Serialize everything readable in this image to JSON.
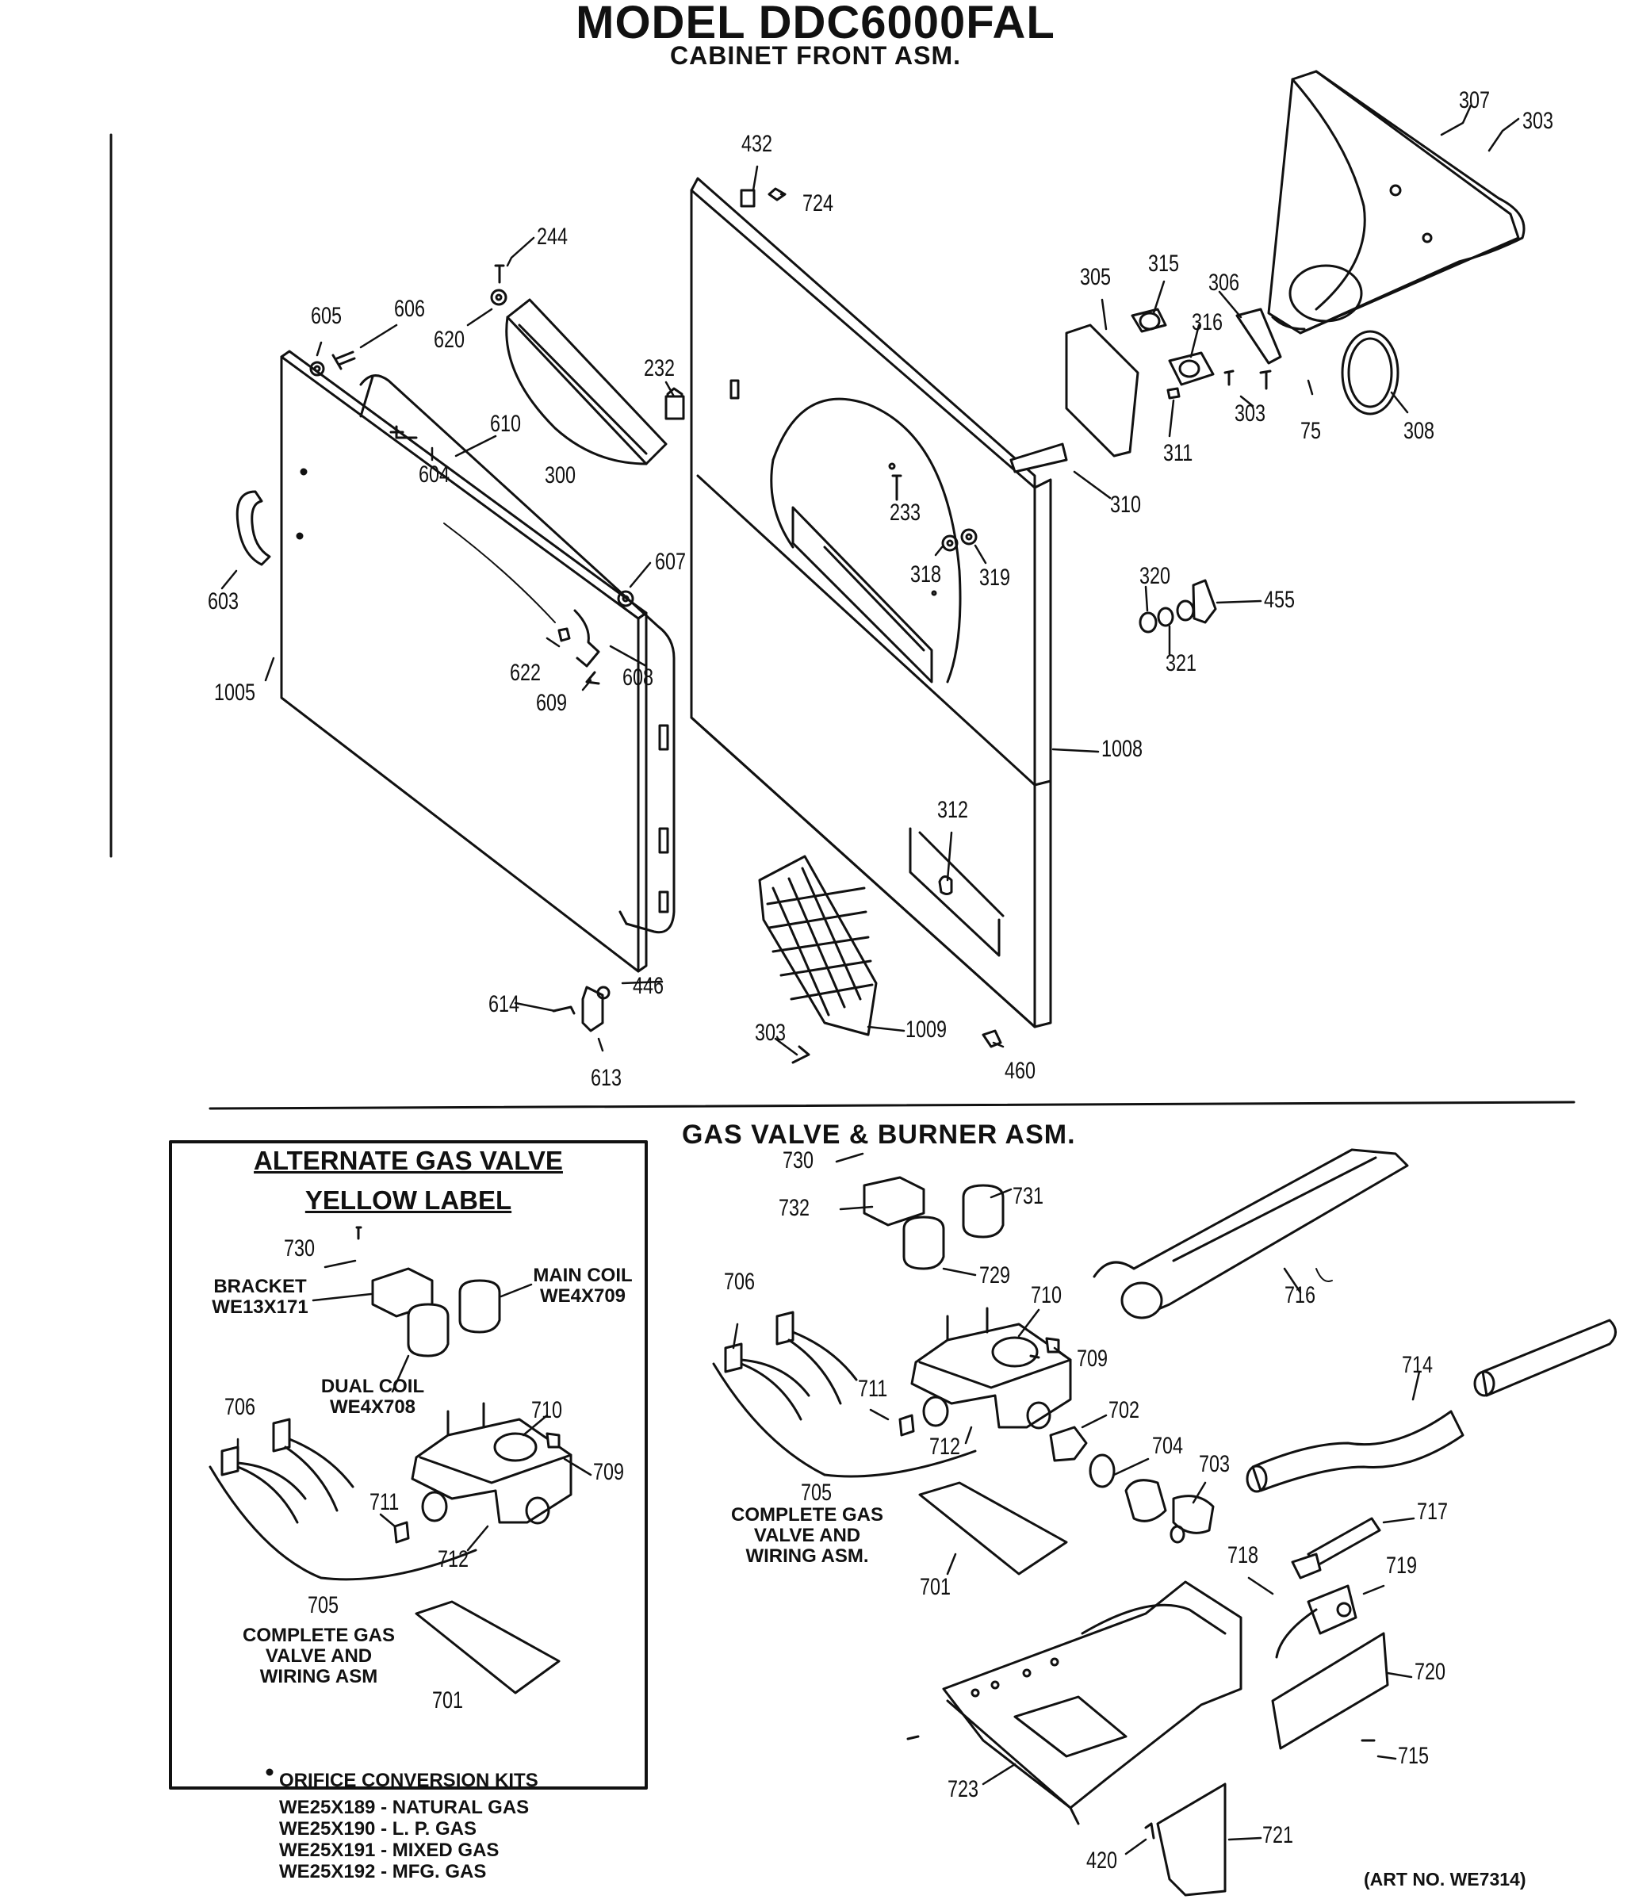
{
  "header": {
    "title": "MODEL DDC6000FAL",
    "subtitle": "CABINET FRONT ASM."
  },
  "gas_section": {
    "title": "GAS VALVE & BURNER ASM."
  },
  "alternate_box": {
    "title_line1": "ALTERNATE GAS VALVE",
    "title_line2": "YELLOW LABEL",
    "bracket": "BRACKET\nWE13X171",
    "main_coil": "MAIN COIL\nWE4X709",
    "dual_coil": "DUAL COIL\nWE4X708",
    "complete_label": "COMPLETE GAS\nVALVE AND\nWIRING ASM"
  },
  "main_complete_label": "COMPLETE GAS\nVALVE AND\nWIRING ASM.",
  "orifice_kits": {
    "title": "ORIFICE CONVERSION KITS",
    "items": [
      "WE25X189 - NATURAL GAS",
      "WE25X190 - L. P. GAS",
      "WE25X191 - MIXED GAS",
      "WE25X192 - MFG. GAS"
    ]
  },
  "art_no": "(ART NO. WE7314)",
  "part_numbers": {
    "p307": "307",
    "p303a": "303",
    "p432": "432",
    "p724": "724",
    "p244": "244",
    "p605": "605",
    "p606": "606",
    "p620": "620",
    "p232": "232",
    "p305": "305",
    "p315": "315",
    "p306": "306",
    "p316": "316",
    "p303b": "303",
    "p75": "75",
    "p308": "308",
    "p311": "311",
    "p610": "610",
    "p604": "604",
    "p300": "300",
    "p233": "233",
    "p310": "310",
    "p318": "318",
    "p319": "319",
    "p603": "603",
    "p607": "607",
    "p320": "320",
    "p455": "455",
    "p321": "321",
    "p622": "622",
    "p608": "608",
    "p609": "609",
    "p1005": "1005",
    "p1008": "1008",
    "p312": "312",
    "p614": "614",
    "p446": "446",
    "p303c": "303",
    "p1009": "1009",
    "p460": "460",
    "p613": "613",
    "m730": "730",
    "m731": "731",
    "m732": "732",
    "m729": "729",
    "m706": "706",
    "m710": "710",
    "m716": "716",
    "m709": "709",
    "m711": "711",
    "m714": "714",
    "m702": "702",
    "m712": "712",
    "m704": "704",
    "m703": "703",
    "m705": "705",
    "m717": "717",
    "m718": "718",
    "m719": "719",
    "m701": "701",
    "m720": "720",
    "m715": "715",
    "m723": "723",
    "m721": "721",
    "m420": "420",
    "a730": "730",
    "a706": "706",
    "a710": "710",
    "a709": "709",
    "a711": "711",
    "a712": "712",
    "a705": "705",
    "a701": "701"
  }
}
